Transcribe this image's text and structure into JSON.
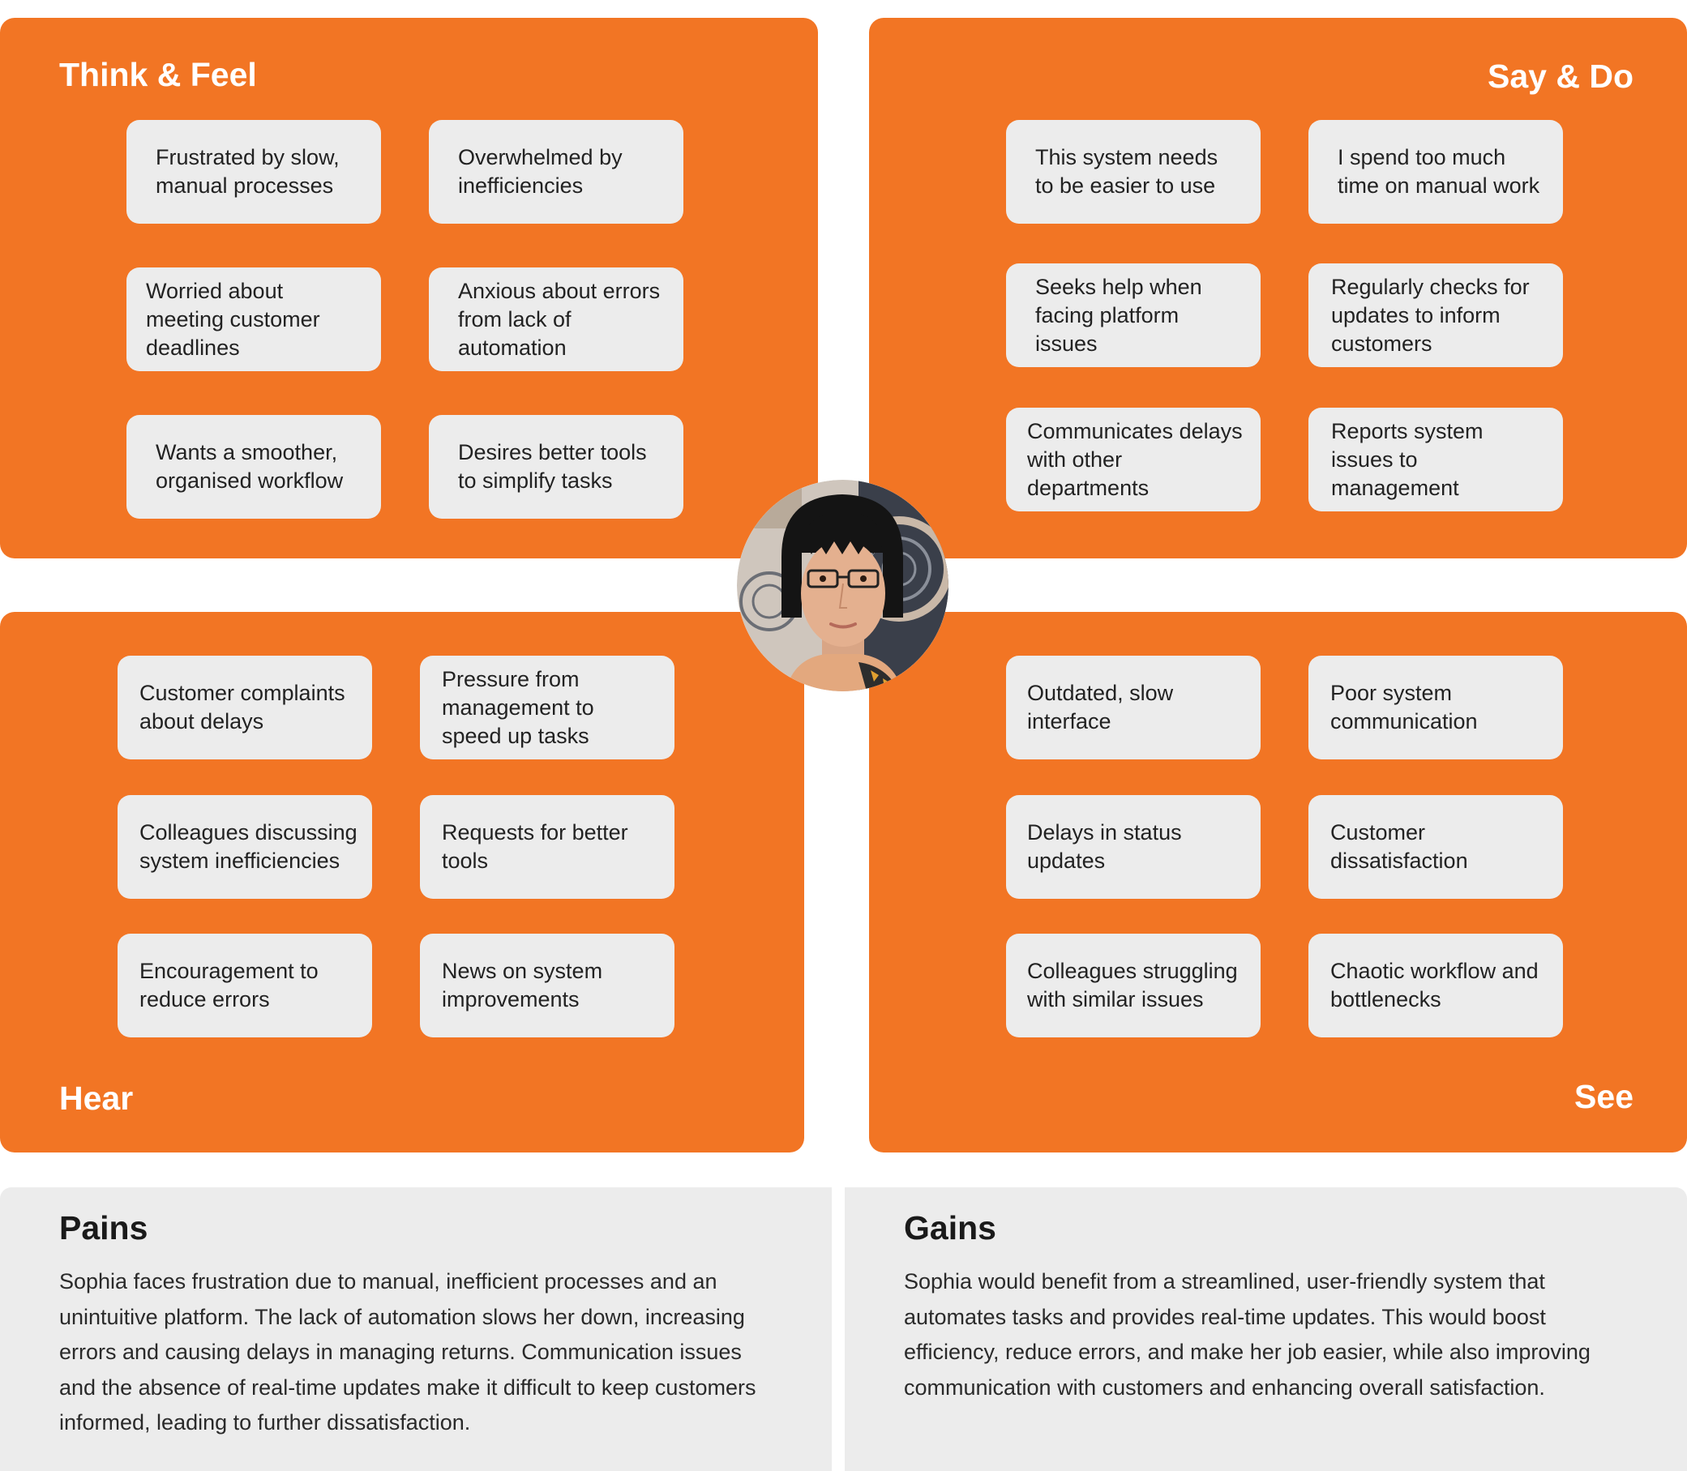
{
  "quadrants": {
    "think_feel": {
      "title": "Think & Feel",
      "cards": [
        "Frustrated by slow, manual processes",
        "Overwhelmed by inefficiencies",
        "Worried about meeting customer deadlines",
        "Anxious about errors from lack of automation",
        "Wants a smoother, organised workflow",
        "Desires better tools to simplify tasks"
      ]
    },
    "say_do": {
      "title": "Say & Do",
      "cards": [
        "This system needs to be easier to use",
        "I spend too much time on manual work",
        "Seeks help when facing platform issues",
        "Regularly checks for updates to inform customers",
        "Communicates delays with other departments",
        "Reports system issues to management"
      ]
    },
    "hear": {
      "title": "Hear",
      "cards": [
        "Customer complaints about delays",
        "Pressure from management to speed up tasks",
        "Colleagues discussing system inefficiencies",
        "Requests for better tools",
        "Encouragement to reduce errors",
        "News on system improvements"
      ]
    },
    "see": {
      "title": "See",
      "cards": [
        "Outdated, slow interface",
        "Poor system communication",
        "Delays in status updates",
        "Customer dissatisfaction",
        "Colleagues struggling with similar issues",
        "Chaotic workflow and bottlenecks"
      ]
    }
  },
  "pains": {
    "title": "Pains",
    "text": "Sophia faces frustration due to manual, inefficient processes and an unintuitive platform. The lack of automation slows her down, increasing errors and causing delays in managing returns. Communication issues and the absence of real-time updates make it difficult to keep customers informed, leading to further dissatisfaction."
  },
  "gains": {
    "title": "Gains",
    "text": "Sophia would benefit from a streamlined, user-friendly system that automates tasks and provides real-time updates. This would boost efficiency, reduce errors, and make her job easier, while also improving communication with customers and enhancing overall satisfaction."
  },
  "avatar": {
    "icon": "persona-photo"
  },
  "colors": {
    "accent": "#F27524",
    "card": "#ECECEC",
    "panel": "#ECECEC",
    "title_text": "#FFFFFF"
  }
}
